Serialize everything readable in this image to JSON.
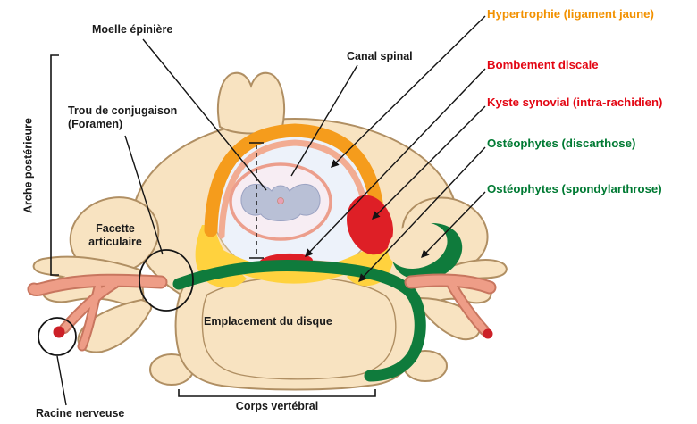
{
  "labels": {
    "moelle_epiniere": "Moelle épinière",
    "canal_spinal": "Canal spinal",
    "trou_line1": "Trou de conjugaison",
    "trou_line2": "(Foramen)",
    "arche_posterieure": "Arche postérieure",
    "facette_line1": "Facette",
    "facette_line2": "articulaire",
    "emplacement_disque": "Emplacement du disque",
    "corps_vertebral": "Corps vertébral",
    "racine_nerveuse": "Racine nerveuse"
  },
  "pathology_labels": [
    {
      "text": "Hypertrophie (ligament jaune)",
      "color": "#F29100"
    },
    {
      "text": "Bombement discale",
      "color": "#E30613"
    },
    {
      "text": "Kyste synovial (intra-rachidien)",
      "color": "#E30613"
    },
    {
      "text": "Ostéophytes (discarthose)",
      "color": "#007A33"
    },
    {
      "text": "Ostéophytes (spondylarthrose)",
      "color": "#007A33"
    }
  ],
  "colors": {
    "bone_fill": "#F8E3C1",
    "bone_outline": "#B08F63",
    "canal_fill": "#EDF2FA",
    "ligament_yellow": "#FFD23E",
    "hypertrophy_orange": "#F59C1C",
    "dura_pink": "#F2AC92",
    "cord_gray": "#B9C0D6",
    "pathology_red": "#DE1F26",
    "osteophyte_green": "#0F7B3C",
    "nerve_salmon": "#EE9D87"
  }
}
